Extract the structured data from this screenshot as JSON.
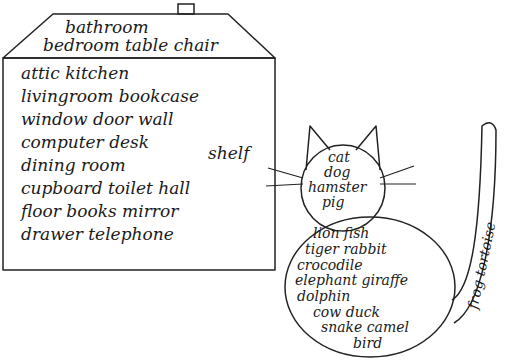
{
  "diagram": {
    "nodes": [
      {
        "text": [
          "bathroom",
          "bedroom table chair"
        ]
      },
      {
        "text": [
          "attic kitchen",
          "livingroom bookcase",
          "window door wall",
          "computer desk",
          "dining room",
          "shelf",
          "cupboard toilet hall",
          "floor books mirror",
          "drawer telephone"
        ]
      },
      {
        "text": [
          "cat",
          "dog",
          "hamster",
          "pig"
        ]
      },
      {
        "text": [
          "lion fish",
          "tiger rabbit",
          "crocodile",
          "elephant giraffe",
          "dolphin",
          "cow duck",
          "snake camel",
          "bird"
        ]
      },
      {
        "text": [
          "frog tortoise"
        ]
      }
    ]
  }
}
